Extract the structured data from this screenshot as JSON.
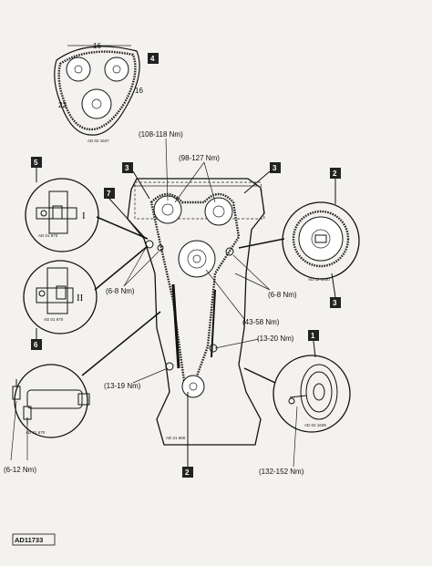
{
  "figure_ref": "AD11733",
  "callouts": {
    "c1": "1",
    "c2a": "2",
    "c2b": "2",
    "c3a": "3",
    "c3b": "3",
    "c3c": "3",
    "c4": "4",
    "c5": "5",
    "c6": "6",
    "c7": "7"
  },
  "torques": {
    "t_cam_left": "(108-118 Nm)",
    "t_cam_right": "(98-127 Nm)",
    "t_6_8_left": "(6-8 Nm)",
    "t_6_8_right": "(6-8 Nm)",
    "t_43_58": "(43-58 Nm)",
    "t_13_20": "(13-20 Nm)",
    "t_13_19": "(13-19 Nm)",
    "t_6_12": "(6-12 Nm)",
    "t_132_152": "(132-152 Nm)"
  },
  "chain_counts": {
    "top": "16",
    "right": "16",
    "left": "22"
  },
  "roman": {
    "one": "I",
    "two": "II"
  },
  "sub_refs": {
    "r4": "AD 02 1647",
    "r5": "AD 01 673",
    "r6": "AD 01 670",
    "r_inj": "AD 01 670",
    "r_main": "AD 21 666",
    "r2": "AD 02 1640",
    "r1": "AD 02 1639"
  }
}
